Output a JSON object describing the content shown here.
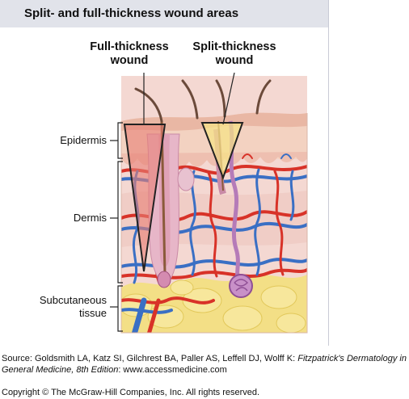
{
  "figure": {
    "title": "Split- and full-thickness wound areas",
    "labels": {
      "full_thickness_line1": "Full-thickness",
      "full_thickness_line2": "wound",
      "split_thickness_line1": "Split-thickness",
      "split_thickness_line2": "wound",
      "epidermis": "Epidermis",
      "dermis": "Dermis",
      "subcutaneous_line1": "Subcutaneous",
      "subcutaneous_line2": "tissue"
    },
    "colors": {
      "header_bg": "#e1e3ea",
      "epidermis": "#f3d2c1",
      "dermis": "#f4d8d2",
      "fat": "#f3df86",
      "artery": "#d83228",
      "vein": "#3a6fc4",
      "full_thickness_wedge": "#e87f74",
      "split_thickness_wedge": "#f6e287"
    }
  },
  "footer": {
    "source_prefix": "Source: Goldsmith LA, Katz SI, Gilchrest BA, Paller AS, Leffell DJ, Wolff K: ",
    "source_title": "Fitzpatrick's Dermatology in General Medicine, 8th Edition",
    "source_suffix": ": www.accessmedicine.com",
    "copyright": "Copyright © The McGraw-Hill Companies, Inc. All rights reserved."
  }
}
